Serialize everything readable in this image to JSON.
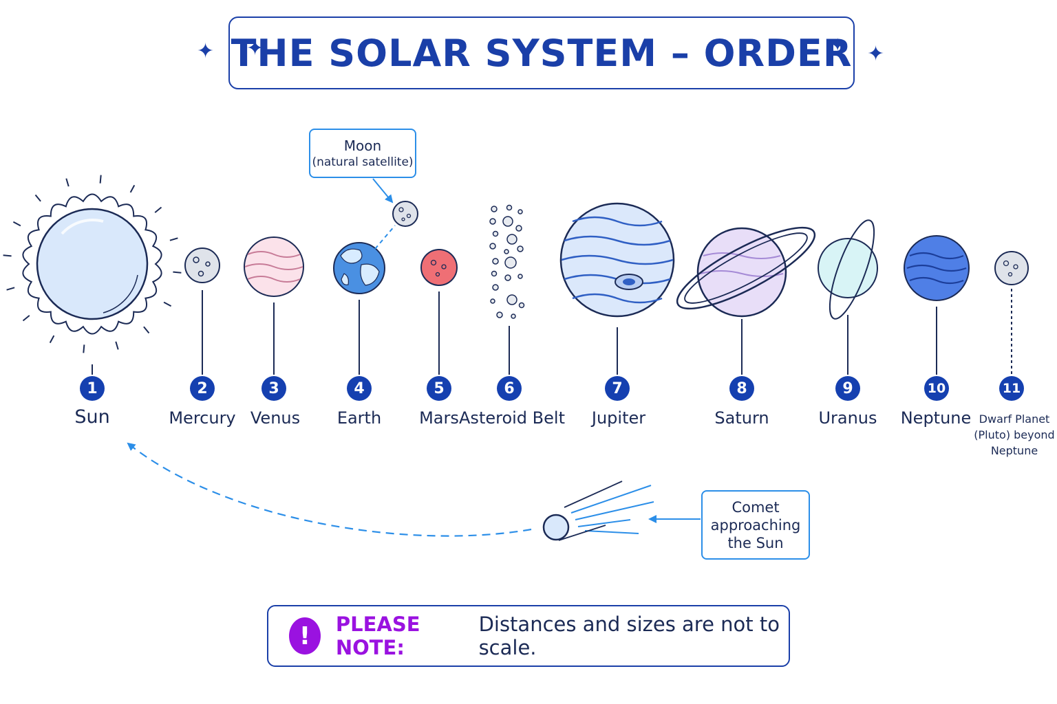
{
  "title": "THE SOLAR SYSTEM – ORDER",
  "icons": {
    "sparkle": "✦"
  },
  "colors": {
    "primary": "#1a3fa8",
    "badge": "#1540b0",
    "callout_border": "#2b8ee8",
    "note_accent": "#9a12e0",
    "text": "#1b2a55"
  },
  "bodies": [
    {
      "num": "1",
      "name": "Sun"
    },
    {
      "num": "2",
      "name": "Mercury"
    },
    {
      "num": "3",
      "name": "Venus"
    },
    {
      "num": "4",
      "name": "Earth"
    },
    {
      "num": "5",
      "name": "Mars"
    },
    {
      "num": "6",
      "name": "Asteroid Belt"
    },
    {
      "num": "7",
      "name": "Jupiter"
    },
    {
      "num": "8",
      "name": "Saturn"
    },
    {
      "num": "9",
      "name": "Uranus"
    },
    {
      "num": "10",
      "name": "Neptune"
    },
    {
      "num": "11",
      "name": "Dwarf Planet (Pluto) beyond Neptune"
    }
  ],
  "callouts": {
    "moon": {
      "title": "Moon",
      "subtitle": "(natural satellite)"
    },
    "comet": {
      "text": "Comet approaching the Sun"
    }
  },
  "note": {
    "icon": "!",
    "label": "PLEASE NOTE:",
    "text": "Distances and sizes are not to scale."
  }
}
